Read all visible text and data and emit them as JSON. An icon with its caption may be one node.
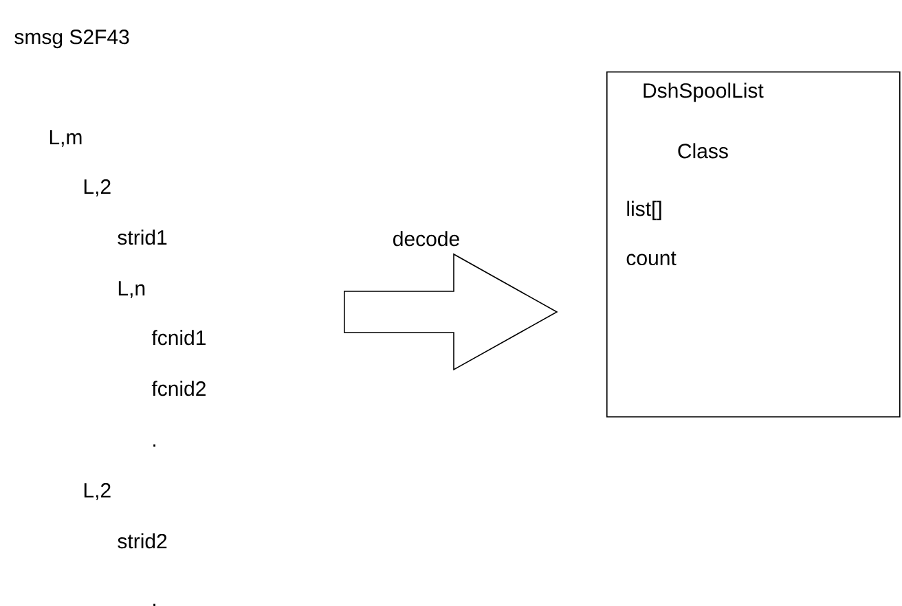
{
  "diagram": {
    "title": "smsg S2F43",
    "nodes": [
      {
        "text": [
          "L,m",
          "L,2",
          "strid1",
          "L,n",
          "fcnid1",
          "fcnid2",
          ".",
          "L,2",
          "strid2",
          "."
        ]
      },
      {
        "text": [
          "DshSpoolList Class",
          "list[]",
          "count"
        ]
      }
    ],
    "edges": [
      {
        "from": 0,
        "to": 1,
        "arrow": "to",
        "label": "decode"
      }
    ]
  }
}
